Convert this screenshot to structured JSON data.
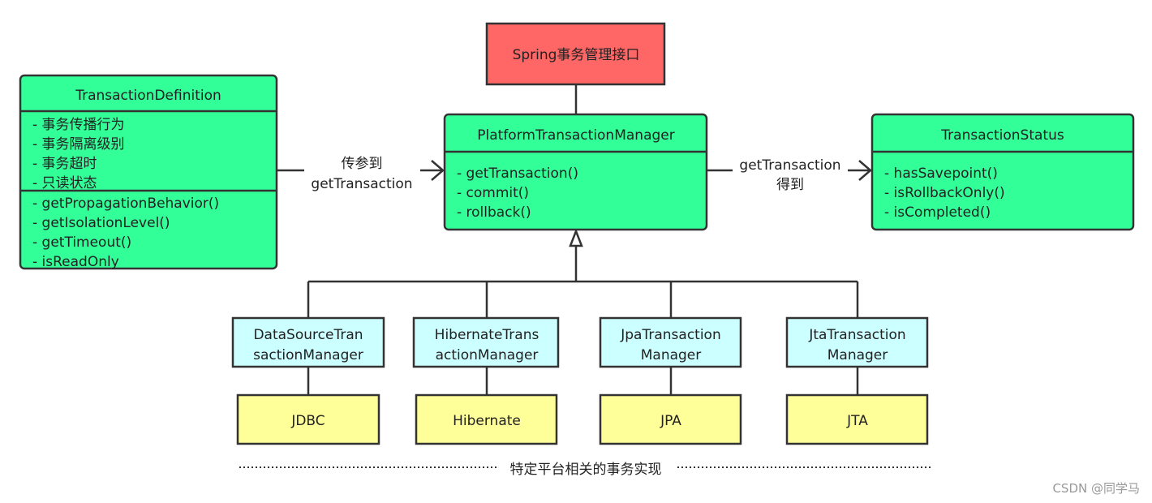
{
  "colors": {
    "interface": "#ff6666",
    "core": "#33ff99",
    "impl": "#ccffff",
    "platform": "#ffff99",
    "stroke": "#333333"
  },
  "root": {
    "title": "Spring事务管理接口"
  },
  "definition": {
    "title": "TransactionDefinition",
    "attributes": [
      "- 事务传播行为",
      "- 事务隔离级别",
      "- 事务超时",
      "- 只读状态"
    ],
    "methods": [
      "- getPropagationBehavior()",
      "- getIsolationLevel()",
      "- getTimeout()",
      "- isReadOnly"
    ]
  },
  "manager": {
    "title": "PlatformTransactionManager",
    "methods": [
      "- getTransaction()",
      "- commit()",
      "- rollback()"
    ]
  },
  "status": {
    "title": "TransactionStatus",
    "methods": [
      "- hasSavepoint()",
      "- isRollbackOnly()",
      "- isCompleted()"
    ]
  },
  "edges": {
    "definition_to_manager": [
      "传参到",
      "getTransaction"
    ],
    "manager_to_status": [
      "getTransaction",
      "得到"
    ]
  },
  "implementations": [
    {
      "name": [
        "DataSourceTran",
        "sactionManager"
      ],
      "platform": "JDBC"
    },
    {
      "name": [
        "HibernateTrans",
        "actionManager"
      ],
      "platform": "Hibernate"
    },
    {
      "name": [
        "JpaTransaction",
        "Manager"
      ],
      "platform": "JPA"
    },
    {
      "name": [
        "JtaTransaction",
        "Manager"
      ],
      "platform": "JTA"
    }
  ],
  "footer_label": "特定平台相关的事务实现",
  "watermark": "CSDN @同学马"
}
